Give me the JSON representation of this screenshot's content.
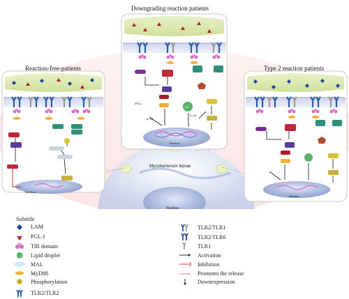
{
  "panels": {
    "downgrading": {
      "title": "Downgrading reaction patients"
    },
    "reaction_free": {
      "title": "Reaction-free-patients"
    },
    "type2": {
      "title": "Type 2 reaction patients"
    }
  },
  "cell": {
    "pathogen": "Mycobacterium leprae",
    "nucleus": "Nucleus"
  },
  "nucleus_labels": {
    "downgrading": "Nucleus",
    "reaction_free": "Nucleus",
    "type2": "Nucleus"
  },
  "node_labels": {
    "ifn": "IFN-γ",
    "il12": "IL-12",
    "il10": "IL-10",
    "ld": "LD"
  },
  "legend": {
    "subtitle": "Subtitle",
    "left": [
      {
        "label": "LAM",
        "icon": "diamond-icon",
        "color": "#1f3f99"
      },
      {
        "label": "PGL-I",
        "icon": "triangle-icon",
        "color": "#b0182b"
      },
      {
        "label": "TIR domain",
        "icon": "tir-domain-icon",
        "color": "#d96bc4"
      },
      {
        "label": "Lipid droplet",
        "icon": "lipid-droplet-icon",
        "color": "#59b36b"
      },
      {
        "label": "MAL",
        "icon": "mal-icon",
        "color": "#cfe8f7"
      },
      {
        "label": "MyD88",
        "icon": "myd88-icon",
        "color": "#f0b23a"
      },
      {
        "label": "Phosphorylation",
        "icon": "phosphorylation-icon",
        "color": "#d9c23a"
      },
      {
        "label": "TLR2/TLR2",
        "icon": "tlr2-tlr2-icon",
        "color": "#2d5aa8"
      }
    ],
    "right": [
      {
        "label": "TLR2/TLR1",
        "icon": "tlr2-tlr1-icon",
        "color": "#7a8fb8"
      },
      {
        "label": "TLR2/TLR6",
        "icon": "tlr2-tlr6-icon",
        "color": "#2d5aa8"
      },
      {
        "label": "TLR1",
        "icon": "tlr1-icon",
        "color": "#999999"
      },
      {
        "label": "Activation",
        "icon": "activation-arrow-icon",
        "color": "#111111"
      },
      {
        "label": "Inhibition",
        "icon": "inhibition-arrow-icon",
        "color": "#d0202b"
      },
      {
        "label": "Promotes the release",
        "icon": "promotes-release-icon",
        "color": "#e88aa0"
      },
      {
        "label": "Downexpression",
        "icon": "downexpression-icon",
        "color": "#111111"
      }
    ]
  }
}
